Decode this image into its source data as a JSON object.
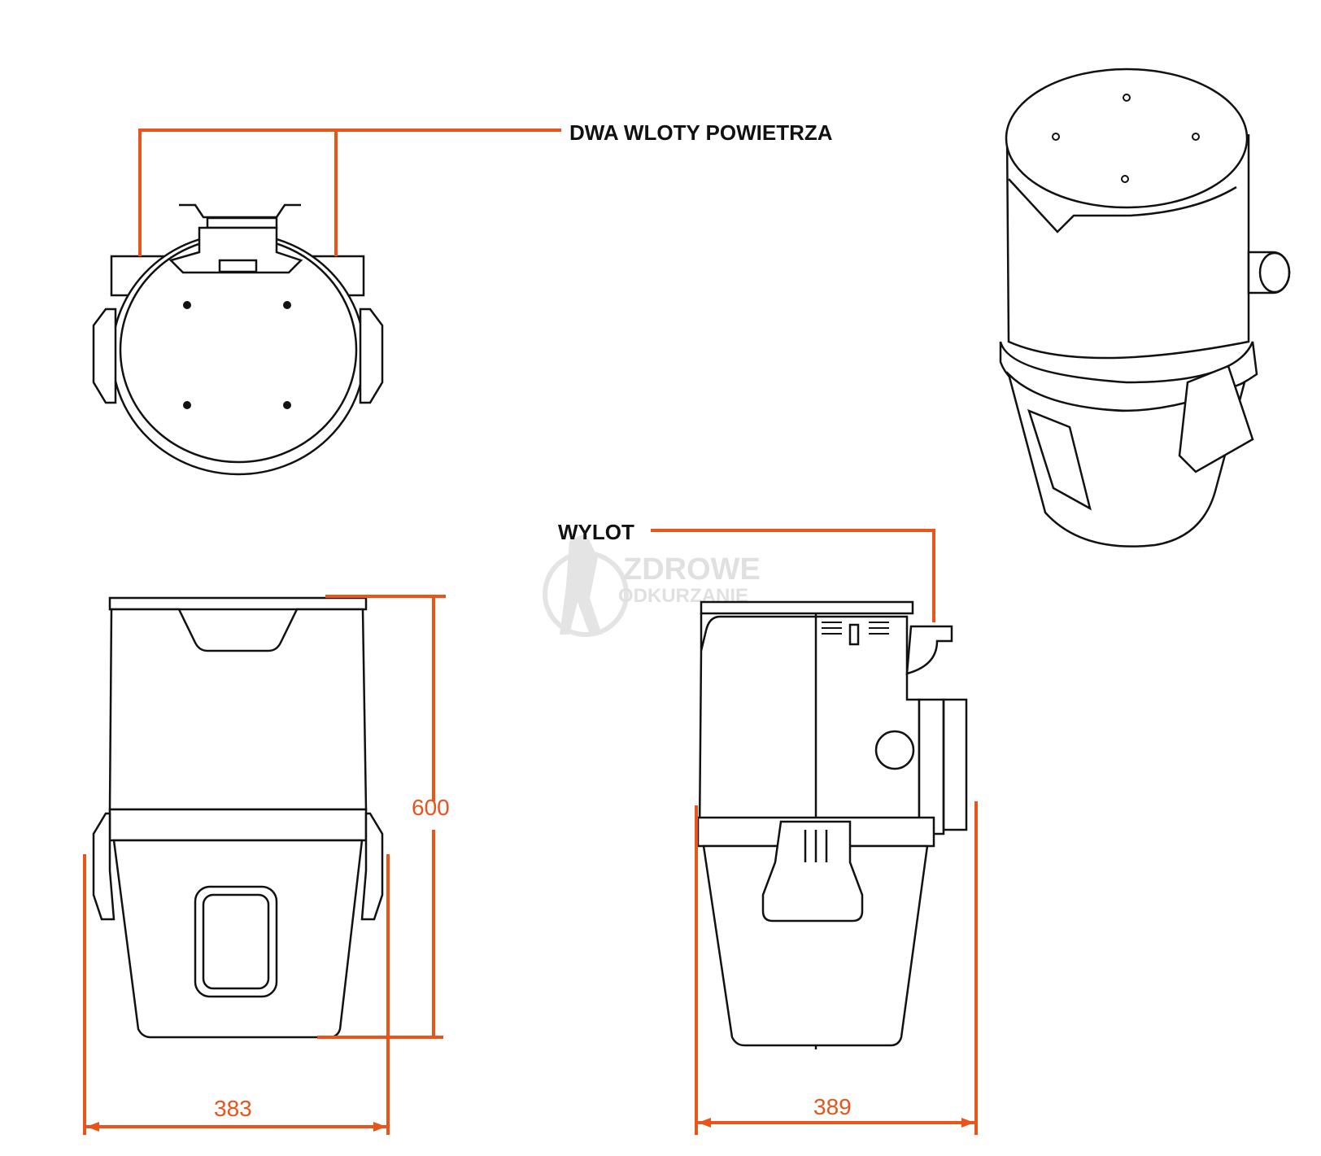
{
  "labels": {
    "air_inlets": "DWA WLOTY POWIETRZA",
    "outlet": "WYLOT"
  },
  "dimensions": {
    "height": "600",
    "front_width": "383",
    "side_width": "389"
  },
  "watermark": {
    "line1": "ZDROWE",
    "line2": "ODKURZANIE"
  },
  "colors": {
    "accent": "#e8541a",
    "line": "#111111"
  }
}
